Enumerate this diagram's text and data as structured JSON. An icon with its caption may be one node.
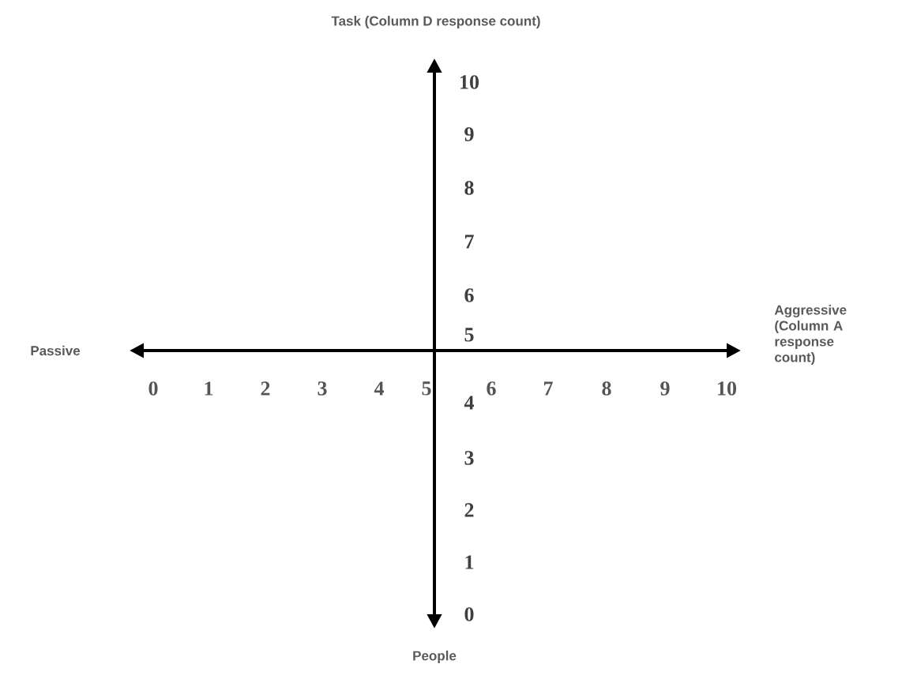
{
  "diagram": {
    "labels": [
      "Task (Column D response count)",
      "10",
      "9",
      "8",
      "7",
      "6",
      "5",
      "Passive",
      "Aggressive (Column A response count)",
      "0",
      "1",
      "2",
      "3",
      "4",
      "5",
      "6",
      "7",
      "8",
      "9",
      "10",
      "4",
      "3",
      "2",
      "1",
      "0",
      "People"
    ]
  }
}
